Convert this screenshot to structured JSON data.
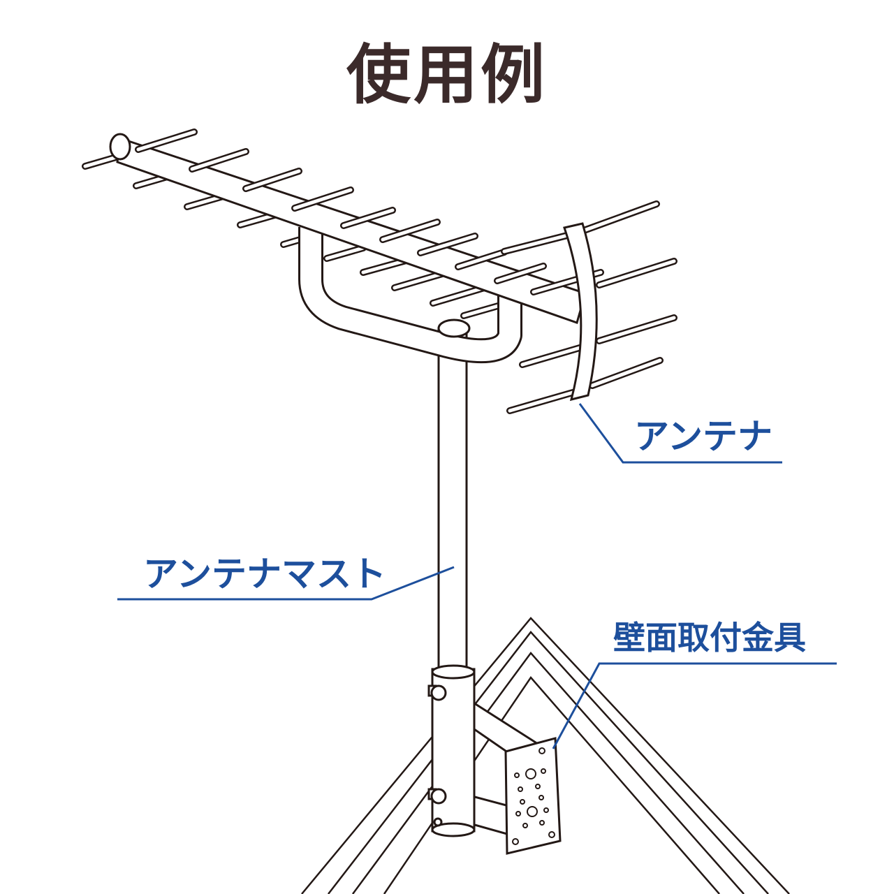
{
  "title": "使用例",
  "labels": {
    "antenna": "アンテナ",
    "mast": "アンテナマスト",
    "bracket": "壁面取付金具"
  },
  "colors": {
    "title": "#3b2a2a",
    "label": "#1d4f9c",
    "line_art": "#231815"
  }
}
